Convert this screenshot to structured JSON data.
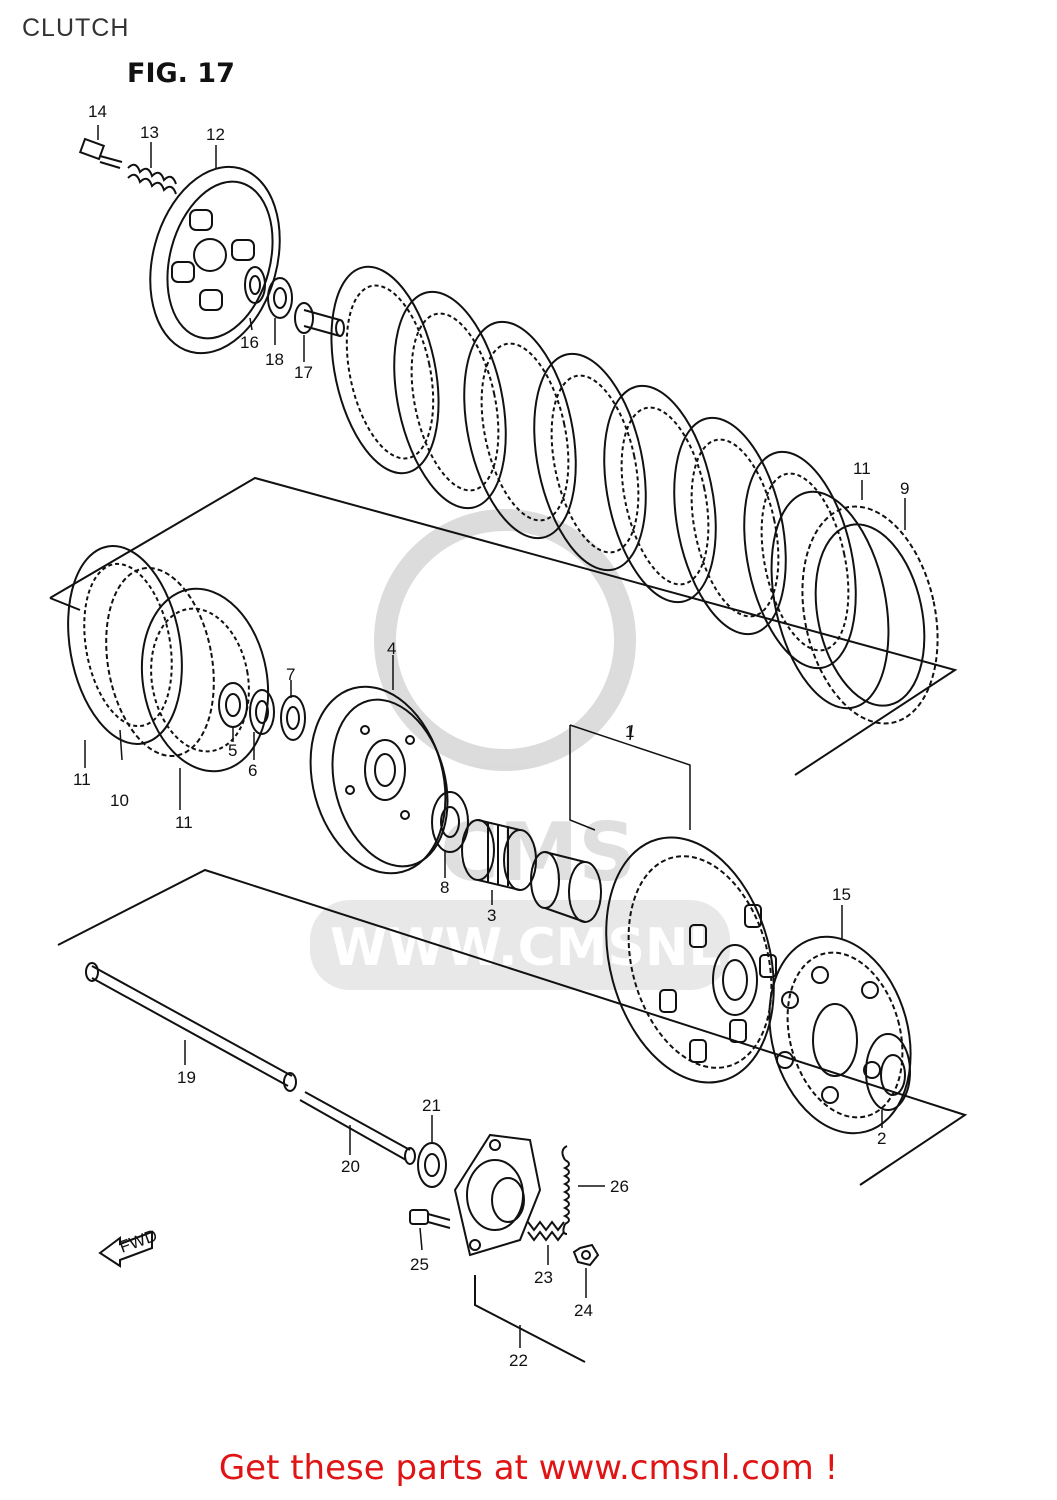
{
  "page": {
    "title": "CLUTCH"
  },
  "figure": {
    "title": "FIG. 17",
    "fwd_label": "FWD"
  },
  "watermark": {
    "text": "WWW.CMSNL"
  },
  "parts": {
    "p1": "1",
    "p2": "2",
    "p3": "3",
    "p4": "4",
    "p5": "5",
    "p6": "6",
    "p7": "7",
    "p8": "8",
    "p9": "9",
    "p10": "10",
    "p11a": "11",
    "p11b": "11",
    "p11c": "11",
    "p12": "12",
    "p13": "13",
    "p14": "14",
    "p15": "15",
    "p16": "16",
    "p17": "17",
    "p18": "18",
    "p19": "19",
    "p20": "20",
    "p21": "21",
    "p22": "22",
    "p23": "23",
    "p24": "24",
    "p25": "25",
    "p26": "26"
  },
  "footer": {
    "link_text": "Get these parts at www.cmsnl.com !"
  },
  "colors": {
    "footer": "#e01414",
    "line": "#111111",
    "watermark": "#d8d8d8"
  }
}
